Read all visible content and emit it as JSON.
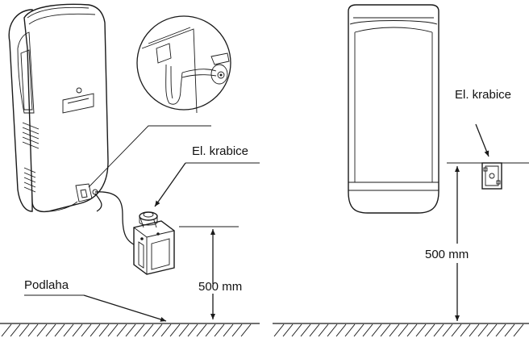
{
  "labels": {
    "left_box": "El. krabice",
    "right_box": "El. krabice",
    "floor": "Podlaha",
    "left_height": "500 mm",
    "right_height": "500 mm"
  },
  "icons": {
    "dryer_perspective": "hand-dryer-perspective-icon",
    "dryer_front": "hand-dryer-front-icon",
    "junction_box_perspective": "junction-box-icon",
    "junction_box_front": "junction-box-front-icon",
    "detail_callout": "connection-detail-magnifier-icon"
  }
}
